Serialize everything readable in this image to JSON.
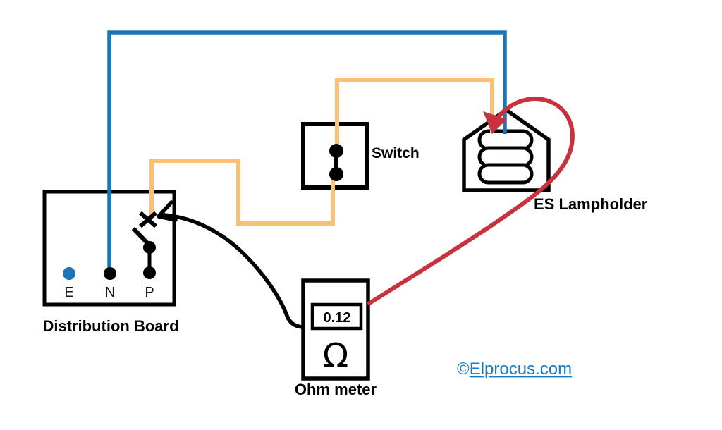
{
  "colors": {
    "wire_blue": "#1b76b9",
    "wire_orange": "#f9c172",
    "wire_red": "#c7323e",
    "wire_black": "#000000",
    "link_blue": "#1c7bc0"
  },
  "components": {
    "distribution_board": {
      "label": "Distribution Board",
      "terminals": {
        "earth": "E",
        "neutral": "N",
        "phase": "P"
      }
    },
    "switch": {
      "label": "Switch"
    },
    "lampholder": {
      "label": "ES Lampholder"
    },
    "ohm_meter": {
      "label": "Ohm meter",
      "reading": "0.12",
      "unit": "Ω"
    }
  },
  "watermark": {
    "symbol": "©",
    "text": "Elprocus.com"
  }
}
